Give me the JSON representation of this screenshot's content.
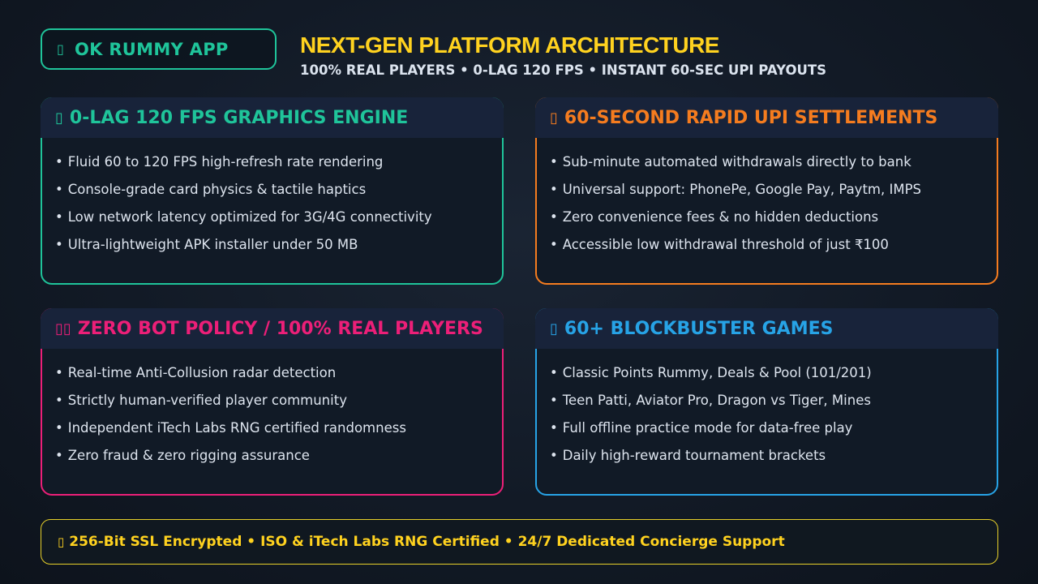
{
  "brand": {
    "icon": "diamond-icon",
    "title": "OK RUMMY APP"
  },
  "header": {
    "headline": "NEXT-GEN PLATFORM ARCHITECTURE",
    "subline": "100% REAL PLAYERS • 0-LAG 120 FPS • INSTANT 60-SEC UPI PAYOUTS"
  },
  "cards": [
    {
      "icon": "lightning-icon",
      "title": "0-LAG 120 FPS GRAPHICS ENGINE",
      "accent": "#1fc49a",
      "items": [
        "Fluid 60 to 120 FPS high-refresh rate rendering",
        "Console-grade card physics & tactile haptics",
        "Low network latency optimized for 3G/4G connectivity",
        "Ultra-lightweight APK installer under 50 MB"
      ]
    },
    {
      "icon": "money-icon",
      "title": "60-SECOND RAPID UPI SETTLEMENTS",
      "accent": "#f57c1f",
      "items": [
        "Sub-minute automated withdrawals directly to bank",
        "Universal support: PhonePe, Google Pay, Paytm, IMPS",
        "Zero convenience fees & no hidden deductions",
        "Accessible low withdrawal threshold of just ₹100"
      ]
    },
    {
      "icon": "shield-icon",
      "title": "ZERO BOT POLICY / 100% REAL PLAYERS",
      "accent": "#ec1f78",
      "items": [
        "Real-time Anti-Collusion radar detection",
        "Strictly human-verified player community",
        "Independent iTech Labs RNG certified randomness",
        "Zero fraud & zero rigging assurance"
      ]
    },
    {
      "icon": "cards-icon",
      "title": "60+ BLOCKBUSTER GAMES",
      "accent": "#27a3e6",
      "items": [
        "Classic Points Rummy, Deals & Pool (101/201)",
        "Teen Patti, Aviator Pro, Dragon vs Tiger, Mines",
        "Full offline practice mode for data-free play",
        "Daily high-reward tournament brackets"
      ]
    }
  ],
  "footer": {
    "icon": "lock-icon",
    "text": "256-Bit SSL Encrypted • ISO & iTech Labs RNG Certified • 24/7 Dedicated Concierge Support"
  }
}
